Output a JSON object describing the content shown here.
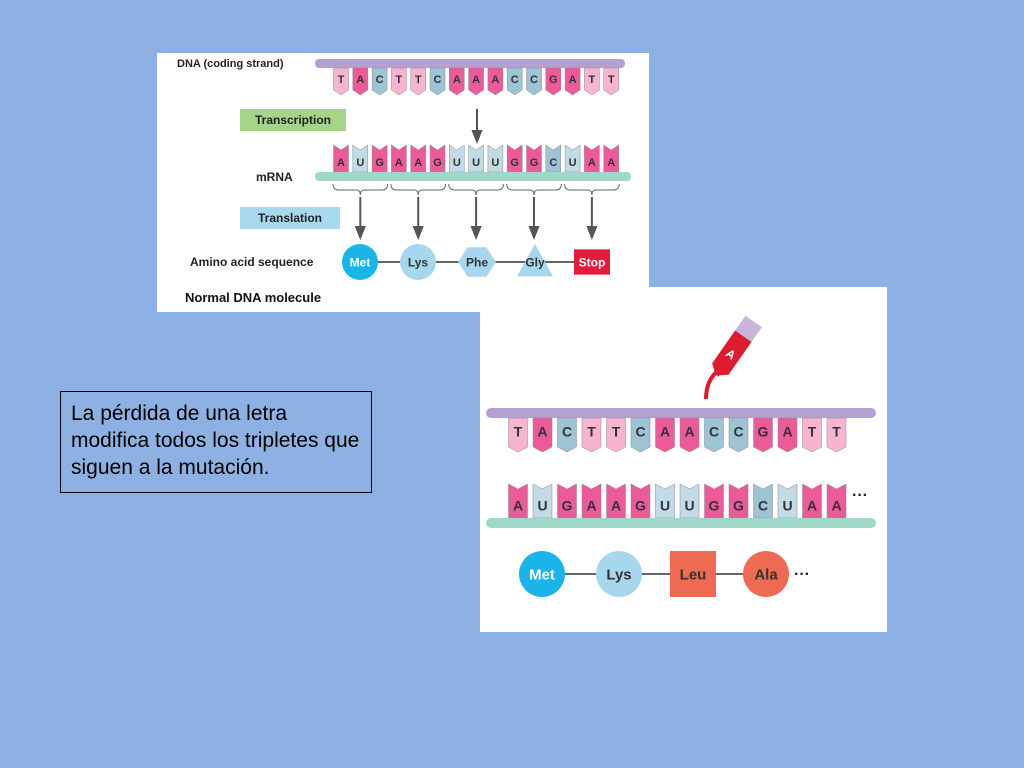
{
  "top": {
    "dna_label": "DNA (coding strand)",
    "dna_bases": [
      "T",
      "A",
      "C",
      "T",
      "T",
      "C",
      "A",
      "A",
      "A",
      "C",
      "C",
      "G",
      "A",
      "T",
      "T"
    ],
    "transcription_label": "Transcription",
    "mrna_label": "mRNA",
    "mrna_bases": [
      "A",
      "U",
      "G",
      "A",
      "A",
      "G",
      "U",
      "U",
      "U",
      "G",
      "G",
      "C",
      "U",
      "A",
      "A"
    ],
    "translation_label": "Translation",
    "amino_label": "Amino acid sequence",
    "amino_acids": [
      "Met",
      "Lys",
      "Phe",
      "Gly",
      "Stop"
    ],
    "footer": "Normal DNA molecule"
  },
  "bottom": {
    "inserted_base": "A",
    "dna_bases": [
      "T",
      "A",
      "C",
      "T",
      "T",
      "C",
      "A",
      "A",
      "C",
      "C",
      "G",
      "A",
      "T",
      "T"
    ],
    "mrna_bases": [
      "A",
      "U",
      "G",
      "A",
      "A",
      "G",
      "U",
      "U",
      "G",
      "G",
      "C",
      "U",
      "A",
      "A"
    ],
    "mrna_ellipsis": "···",
    "amino_acids": [
      "Met",
      "Lys",
      "Leu",
      "Ala"
    ],
    "amino_ellipsis": "···"
  },
  "caption": "La pérdida de una letra modifica todos los tripletes que siguen a la mutación.",
  "colors": {
    "background": "#8db1e2",
    "purine": "#ec5a9a",
    "pyrimidine": "#f7b4d0",
    "u_base": "#c2dbe6",
    "c_base": "#9cc4d4",
    "dna_backbone": "#b5a0d2",
    "mrna_backbone": "#9fd8c8",
    "transcription_box": "#a6d58a",
    "translation_box": "#a7d8ee",
    "met": "#1ab4e8",
    "lys": "#a7d7ee",
    "phe": "#a7d7ee",
    "gly": "#a7d7ee",
    "stop": "#e51b3b",
    "leu": "#ee6a52",
    "ala": "#ee6a52",
    "arrow_red": "#dd1c2f"
  }
}
